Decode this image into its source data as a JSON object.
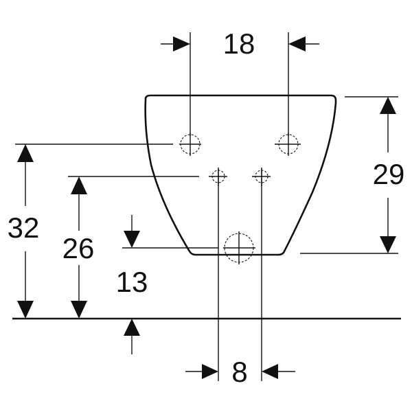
{
  "dimensions": {
    "top_span": "18",
    "bottom_span": "8",
    "height_right": "29",
    "height_left_outer": "32",
    "height_left_inner": "26",
    "height_lower": "13"
  },
  "colors": {
    "line": "#111111",
    "background": "#ffffff"
  }
}
